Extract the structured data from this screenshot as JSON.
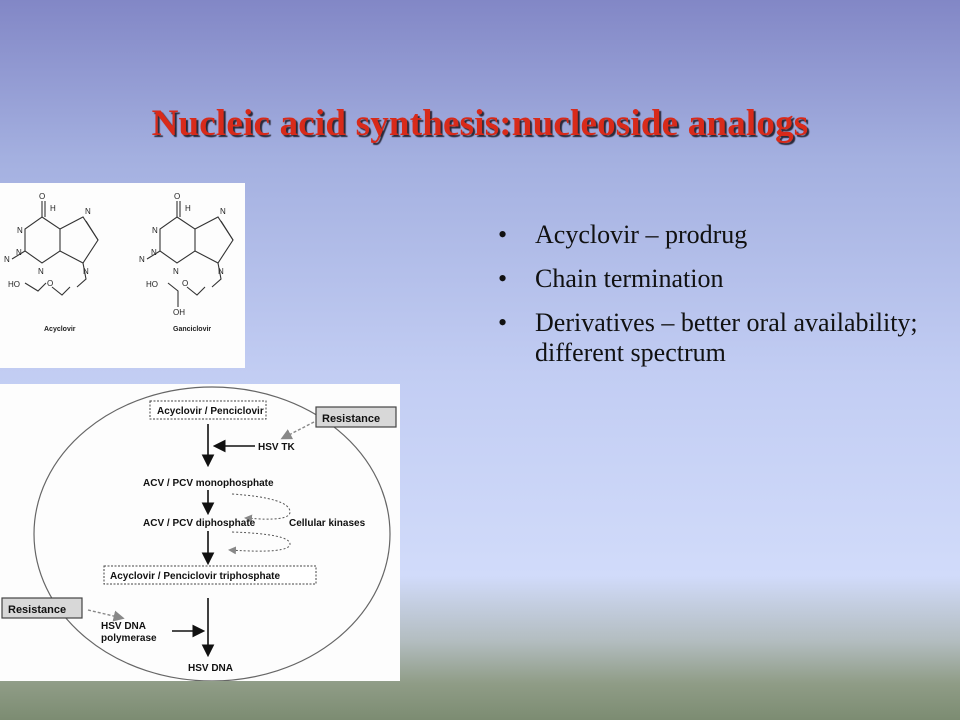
{
  "slide": {
    "title": "Nucleic acid synthesis:nucleoside analogs",
    "bullet_glyph": "•",
    "bullets": [
      "Acyclovir – prodrug",
      "Chain termination",
      "Derivatives – better oral availability; different spectrum"
    ]
  },
  "structures": {
    "atom_o": "O",
    "atom_n": "N",
    "atom_h": "H",
    "atom_ho": "HO",
    "atom_oh": "OH",
    "names": [
      "Acyclovir",
      "Ganciclovir"
    ]
  },
  "pathway": {
    "boxes": {
      "start": "Acyclovir / Penciclovir",
      "triphosphate": "Acyclovir / Penciclovir triphosphate"
    },
    "resistance_label": "Resistance",
    "steps": {
      "hsv_tk": "HSV TK",
      "monophosphate": "ACV / PCV  monophosphate",
      "diphosphate": "ACV / PCV  diphosphate",
      "cellular_kinases": "Cellular kinases",
      "polymerase_line1": "HSV DNA",
      "polymerase_line2": "polymerase",
      "dna": "HSV DNA"
    }
  }
}
